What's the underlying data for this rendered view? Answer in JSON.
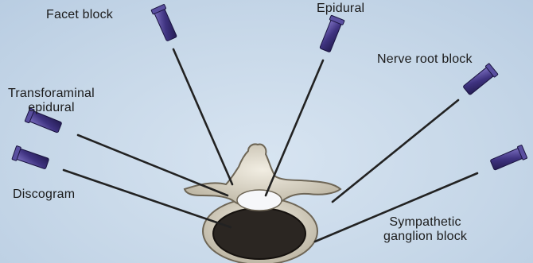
{
  "labels": {
    "facet_block": "Facet block",
    "epidural": "Epidural",
    "nerve_root_block": "Nerve root block",
    "transforaminal_epidural": "Transforaminal\nepidural",
    "discogram": "Discogram",
    "sympathetic_ganglion_block": "Sympathetic\nganglion block"
  },
  "colors": {
    "background": "#c9d9e9",
    "needle_hub": "#4a3d8a",
    "needle_shaft": "#2a2a2a",
    "bone": "#d8d3c4",
    "disc": "#2b2622"
  }
}
